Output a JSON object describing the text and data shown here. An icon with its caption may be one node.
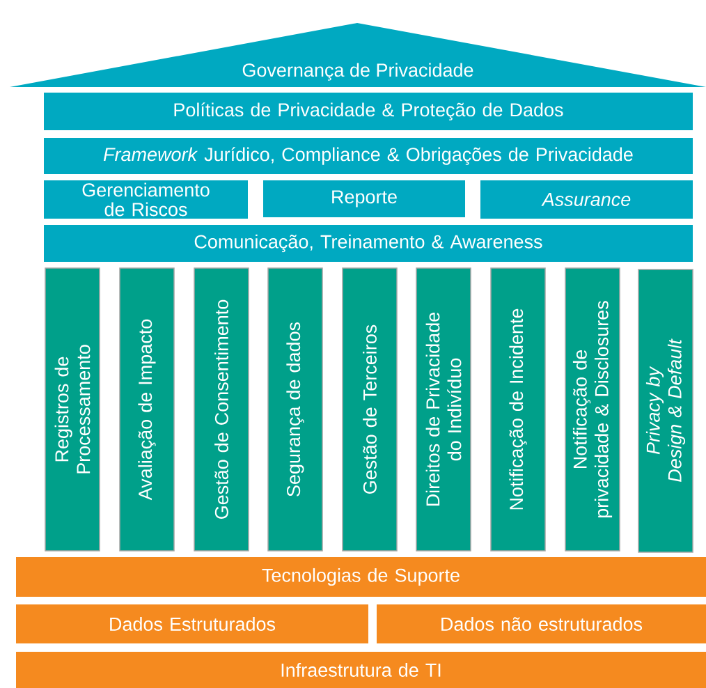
{
  "diagram": {
    "nodes": [
      {
        "text": [
          "Governança de Privacidade"
        ]
      },
      {
        "text": [
          "Políticas de Privacidade & Proteção de Dados"
        ]
      },
      {
        "text": [
          "*Framework* Jurídico, Compliance & Obrigações de Privacidade"
        ]
      },
      {
        "text": [
          "Gerenciamento de Riscos"
        ]
      },
      {
        "text": [
          "Reporte"
        ]
      },
      {
        "text": [
          "Assurance"
        ]
      },
      {
        "text": [
          "Comunicação, Treinamento & Awareness"
        ]
      },
      {
        "text": [
          "Registros de Processamento"
        ]
      },
      {
        "text": [
          "Avaliação de Impacto"
        ]
      },
      {
        "text": [
          "Gestão de Consentimento"
        ]
      },
      {
        "text": [
          "Segurança de dados"
        ]
      },
      {
        "text": [
          "Gestão de Terceiros"
        ]
      },
      {
        "text": [
          "Direitos de Privacidade do Indivíduo"
        ]
      },
      {
        "text": [
          "Notificação de Incidente"
        ]
      },
      {
        "text": [
          "Notificação de privacidade & Disclosures"
        ]
      },
      {
        "text": [
          "Privacy by Design & Default"
        ]
      },
      {
        "text": [
          "Tecnologias de Suporte"
        ]
      },
      {
        "text": [
          "Dados Estruturados"
        ]
      },
      {
        "text": [
          "Dados não estruturados"
        ]
      },
      {
        "text": [
          "Infraestrutura de TI"
        ]
      }
    ]
  }
}
